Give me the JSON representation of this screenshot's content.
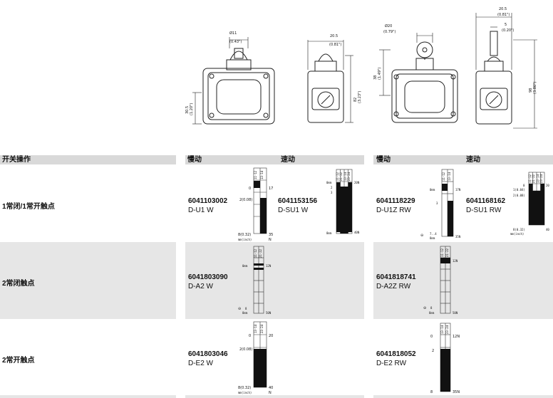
{
  "dims": {
    "d1_dia": "Ø11",
    "d1_dia_in": "(0.43\")",
    "d1_h": "30.5",
    "d1_h_in": "(1.20\")",
    "d2_w": "20.5",
    "d2_w_in": "(0.81\")",
    "d2_h": "82",
    "d2_h_in": "(3.23\")",
    "d3_dia": "Ø20",
    "d3_dia_in": "(0.79\")",
    "d3_h": "38",
    "d3_h_in": "(1.49\")",
    "d4_w": "20.5",
    "d4_w_in": "(0.81\")",
    "d4_w2": "5",
    "d4_w2_in": "(0.20\")",
    "d4_h": "98",
    "d4_h_in": "(3.86\")"
  },
  "header": {
    "col1": "开关操作",
    "slow": "慢动",
    "fast": "速动",
    "slow2": "慢动",
    "fast2": "速动"
  },
  "rows": [
    {
      "label": "1常闭/1常开触点",
      "items": [
        {
          "pn": "6041103002",
          "model": "D-U1 W"
        },
        {
          "pn": "6041153156",
          "model": "D-SU1 W"
        },
        {
          "pn": "6041118229",
          "model": "D-U1Z RW"
        },
        {
          "pn": "6041168162",
          "model": "D-SU1 RW"
        }
      ]
    },
    {
      "label": "2常闭触点",
      "items": [
        {
          "pn": "6041803090",
          "model": "D-A2 W"
        },
        {
          "pn": "6041818741",
          "model": "D-A2Z RW"
        }
      ]
    },
    {
      "label": "2常开触点",
      "items": [
        {
          "pn": "6041803046",
          "model": "D-E2 W"
        },
        {
          "pn": "6041818052",
          "model": "D-E2 RW"
        }
      ]
    }
  ],
  "diag": {
    "zero": "0",
    "two_08": "2(0.08)",
    "eight_32": "8(0.32)",
    "mm_inch": "mm(inch)",
    "n": "N",
    "f17": "17",
    "f35": "35",
    "f20": "20",
    "f40": "40",
    "f12n": "12N",
    "f35n": "35N",
    "f20n": "20N",
    "f40n": "40N",
    "f17n": "17N",
    "f50n": "50N",
    "zero_mm": "0mm",
    "two": "2",
    "three": "3",
    "eight": "8",
    "eight_mm": "8mm",
    "one_08": "1(0.04)",
    "seven_4": "7..4",
    "c1": "11-12",
    "c2": "21-22",
    "c3": "13-14",
    "c4": "23-24",
    "ccw": "⊖"
  }
}
